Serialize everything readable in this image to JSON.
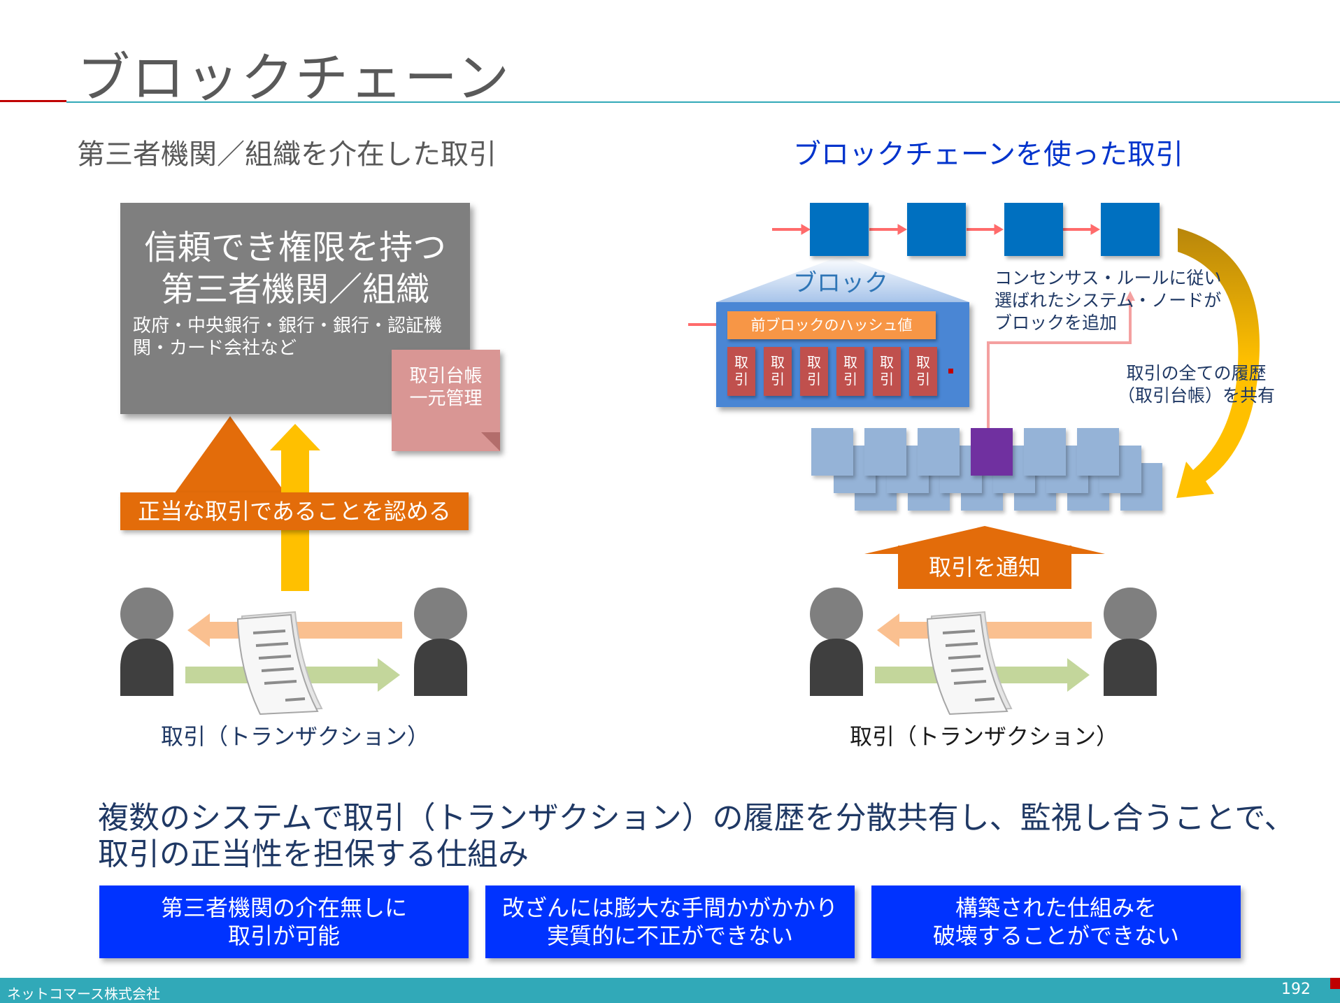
{
  "title": "ブロックチェーン",
  "left": {
    "heading": "第三者機関／組織を介在した取引",
    "authority_title_1": "信頼でき権限を持つ",
    "authority_title_2": "第三者機関／組織",
    "authority_examples": "政府・中央銀行・銀行・銀行・認証機関・カード会社など",
    "ledger_1": "取引台帳",
    "ledger_2": "一元管理",
    "approve": "正当な取引であることを認める",
    "caption": "取引（トランザクション）"
  },
  "right": {
    "heading": "ブロックチェーンを使った取引",
    "block_label": "ブロック",
    "prev_hash": "前ブロックのハッシュ値",
    "tx_chars": [
      "取",
      "引"
    ],
    "consensus": [
      "コンセンサス・ルールに従い",
      "選ばれたシステム・ノードが",
      "ブロックを追加"
    ],
    "share": [
      "取引の全ての履歴",
      "（取引台帳）を共有"
    ],
    "notify": "取引を通知",
    "caption": "取引（トランザクション）"
  },
  "summary": [
    "複数のシステムで取引（トランザクション）の履歴を分散共有し、監視し合うことで、",
    "取引の正当性を担保する仕組み"
  ],
  "benefits": [
    {
      "line1": "第三者機関の介在無しに",
      "line2": "取引が可能"
    },
    {
      "line1": "改ざんには膨大な手間かがかかり",
      "line2": "実質的に不正ができない"
    },
    {
      "line1": "構築された仕組みを",
      "line2": "破壊することができない"
    }
  ],
  "footer": {
    "company": "ネットコマース株式会社",
    "page": "192"
  },
  "colors": {
    "accent_teal": "#31a9b8",
    "accent_red": "#c00000",
    "orange": "#e36c0a",
    "chain_blue": "#0070c0",
    "benefit_blue": "#0033ff"
  }
}
